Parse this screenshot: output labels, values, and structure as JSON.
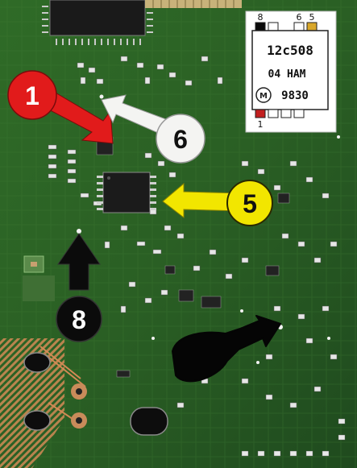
{
  "image": {
    "subject": "PCB",
    "arrows": [
      {
        "id": "red",
        "label": "1",
        "color": "#e11b1b",
        "text_color": "#ffffff"
      },
      {
        "id": "white",
        "label": "6",
        "color": "#f4f4f2",
        "text_color": "#111111"
      },
      {
        "id": "yellow",
        "label": "5",
        "color": "#f2e600",
        "text_color": "#111111"
      },
      {
        "id": "black-up",
        "label": "8",
        "color": "#0b0b0b",
        "text_color": "#ffffff"
      }
    ]
  },
  "chip_diagram": {
    "part_number": "12c508",
    "date_code": "04 HAM",
    "batch_code": "9830",
    "logo": "Ⓜ",
    "top_pins": [
      "8",
      "",
      "6",
      "5"
    ],
    "bottom_pins": [
      "1",
      "",
      "",
      ""
    ],
    "colors": {
      "pin8": "#0a0a0a",
      "pin6": "#ffffff",
      "pin5": "#d9a72a",
      "pin1": "#c21f1f"
    }
  }
}
